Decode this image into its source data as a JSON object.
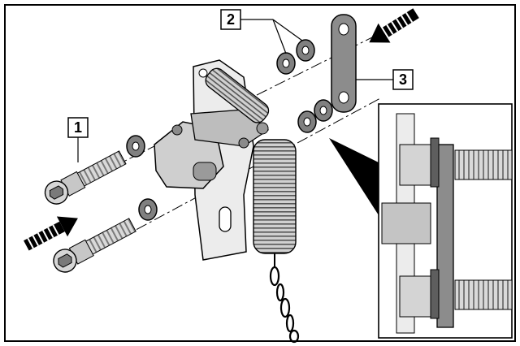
{
  "callouts": [
    {
      "id": "1",
      "label": "1"
    },
    {
      "id": "2",
      "label": "2"
    },
    {
      "id": "3",
      "label": "3"
    }
  ],
  "colors": {
    "frame": "#000000",
    "metal_light": "#d9d9d9",
    "metal_mid": "#b3b3b3",
    "metal_dark": "#808080",
    "washer": "#7f7f7f",
    "plate": "#8c8c8c"
  },
  "icons": [
    "assembly-arrow-icon",
    "washer-icon",
    "bolt-icon",
    "spring-icon",
    "chain-icon"
  ]
}
